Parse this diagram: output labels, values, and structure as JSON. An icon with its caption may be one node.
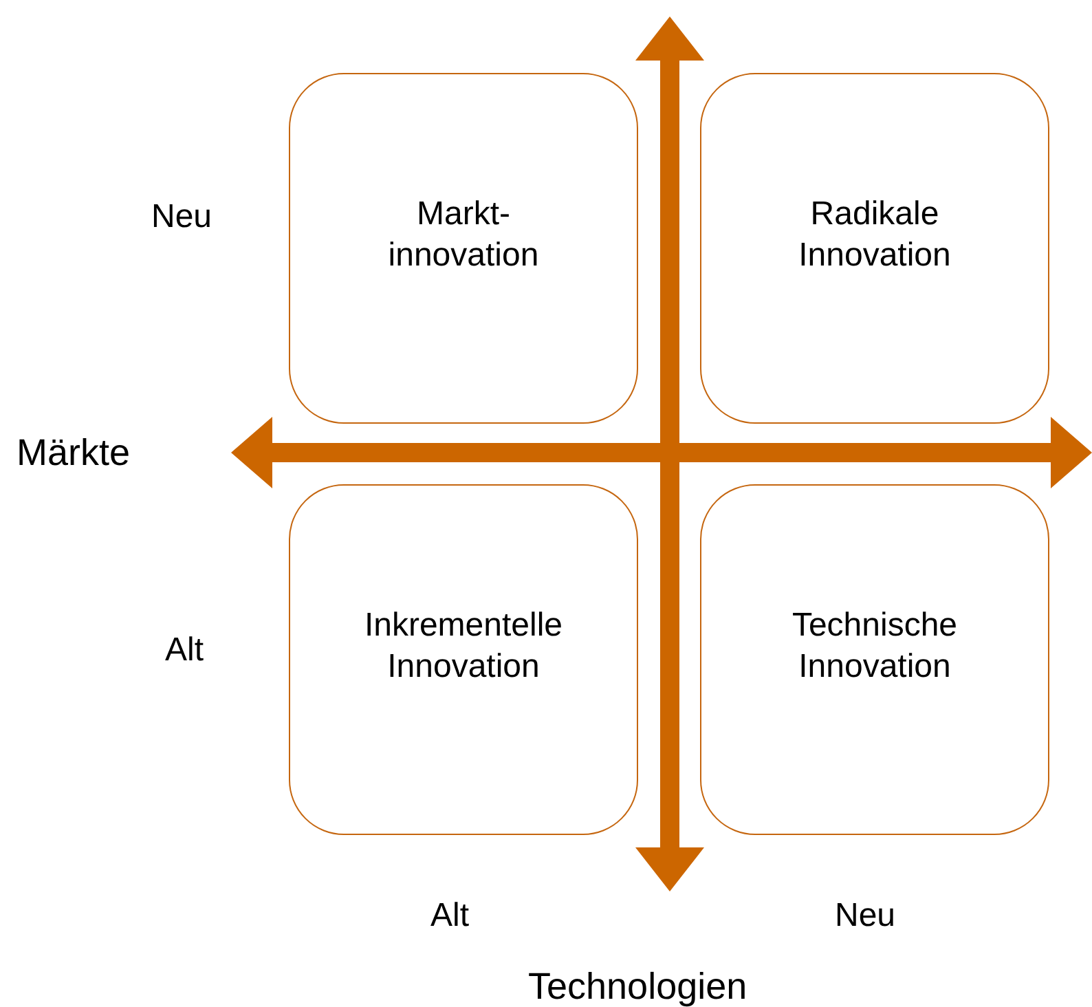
{
  "diagram": {
    "nodes": [
      {
        "text": [
          "Markt- innovation"
        ]
      },
      {
        "text": [
          "Radikale Innovation"
        ]
      },
      {
        "text": [
          "Inkrementelle Innovation"
        ]
      },
      {
        "text": [
          "Technische Innovation"
        ]
      }
    ],
    "labels": [
      "Neu",
      "Märkte",
      "Alt",
      "Alt",
      "Neu",
      "Technologien"
    ]
  }
}
